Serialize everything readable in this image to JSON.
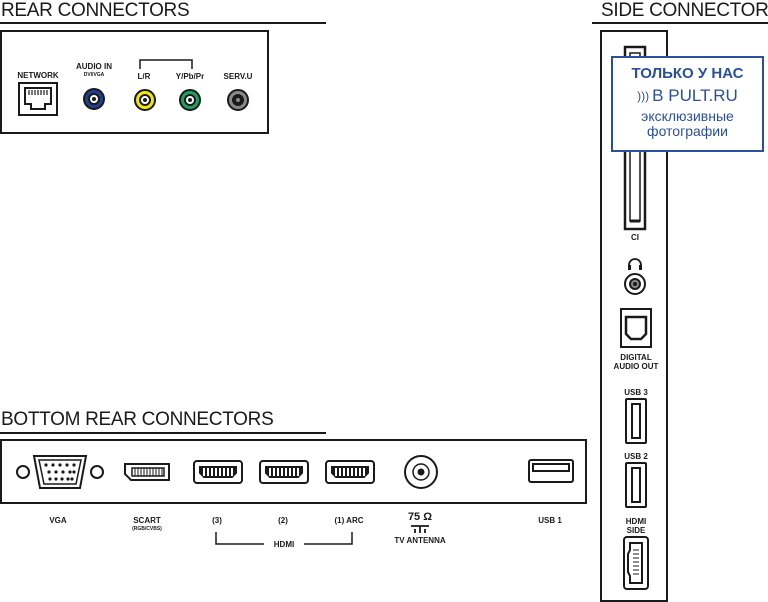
{
  "rear": {
    "title": "REAR CONNECTORS",
    "network_label": "NETWORK",
    "audio_in_label": "AUDIO IN",
    "audio_in_sub": "DVI/VGA",
    "lr_label": "L/R",
    "ypbpr_label": "Y/Pb/Pr",
    "serv_label": "SERV.U",
    "colors": {
      "audio_blue": "#1f3f8f",
      "yellow": "#f2e60a",
      "green": "#1fa060",
      "serv_gray": "#8a8a8a"
    }
  },
  "side": {
    "title": "SIDE CONNECTORS",
    "ci_label": "CI",
    "digital_audio_out_label": "DIGITAL\nAUDIO OUT",
    "usb3_label": "USB 3",
    "usb2_label": "USB 2",
    "hdmi_side_label": "HDMI\nSIDE"
  },
  "bottom": {
    "title": "BOTTOM REAR CONNECTORS",
    "vga_label": "VGA",
    "scart_label": "SCART",
    "scart_sub": "(RGB/CVBS)",
    "hdmi3_label": "(3)",
    "hdmi2_label": "(2)",
    "hdmi1_label": "(1) ARC",
    "hdmi_group_label": "HDMI",
    "antenna_ohm": "75 Ω",
    "antenna_label": "TV ANTENNA",
    "usb1_label": "USB 1"
  },
  "watermark": {
    "line1": "ТОЛЬКО У НАС",
    "line2": "В PULT.RU",
    "line3": "эксклюзивные",
    "line4": "фотографии",
    "color": "#2a4f9c"
  }
}
